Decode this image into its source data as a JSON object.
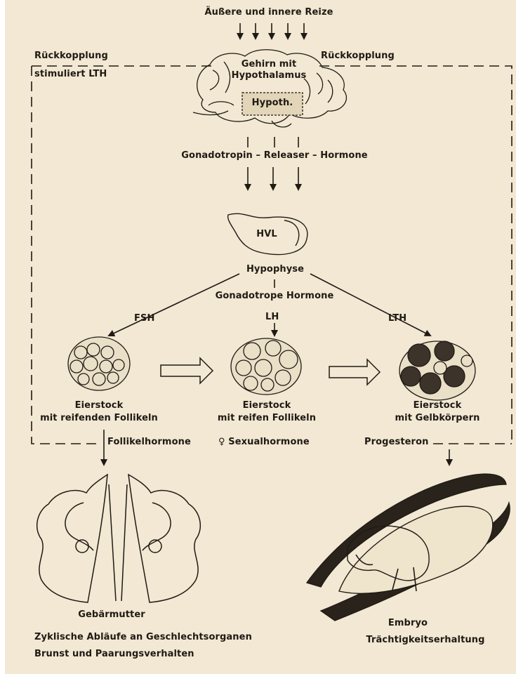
{
  "labels": {
    "stimuli": "Äußere und innere Reize",
    "feedback_left": "Rückkopplung",
    "feedback_right": "Rückkopplung",
    "stimulates_lth": "stimuliert LTH",
    "brain": "Gehirn mit",
    "brain2": "Hypothalamus",
    "hypoth": "Hypoth.",
    "releaser": "Gonadotropin – Releaser – Hormone",
    "hvl": "HVL",
    "hypophyse": "Hypophyse",
    "gonadotrope": "Gonadotrope Hormone",
    "fsh": "FSH",
    "lh": "LH",
    "lth": "LTH",
    "ovary1": "Eierstock",
    "ovary1_sub": "mit reifenden Follikeln",
    "ovary2": "Eierstock",
    "ovary2_sub": "mit reifen Follikeln",
    "ovary3": "Eierstock",
    "ovary3_sub": "mit Gelbkörpern",
    "follikelhormone": "Follikelhormone",
    "sexualhormone": "♀ Sexualhormone",
    "progesteron": "Progesteron",
    "uterus": "Gebärmutter",
    "cycle": "Zyklische Abläufe an Geschlechtsorganen",
    "behavior": "Brunst und Paarungsverhalten",
    "embryo": "Embryo",
    "pregnancy": "Trächtigkeitserhaltung"
  },
  "colors": {
    "paper": "#f2e8d3",
    "ink": "#1f1a14"
  }
}
